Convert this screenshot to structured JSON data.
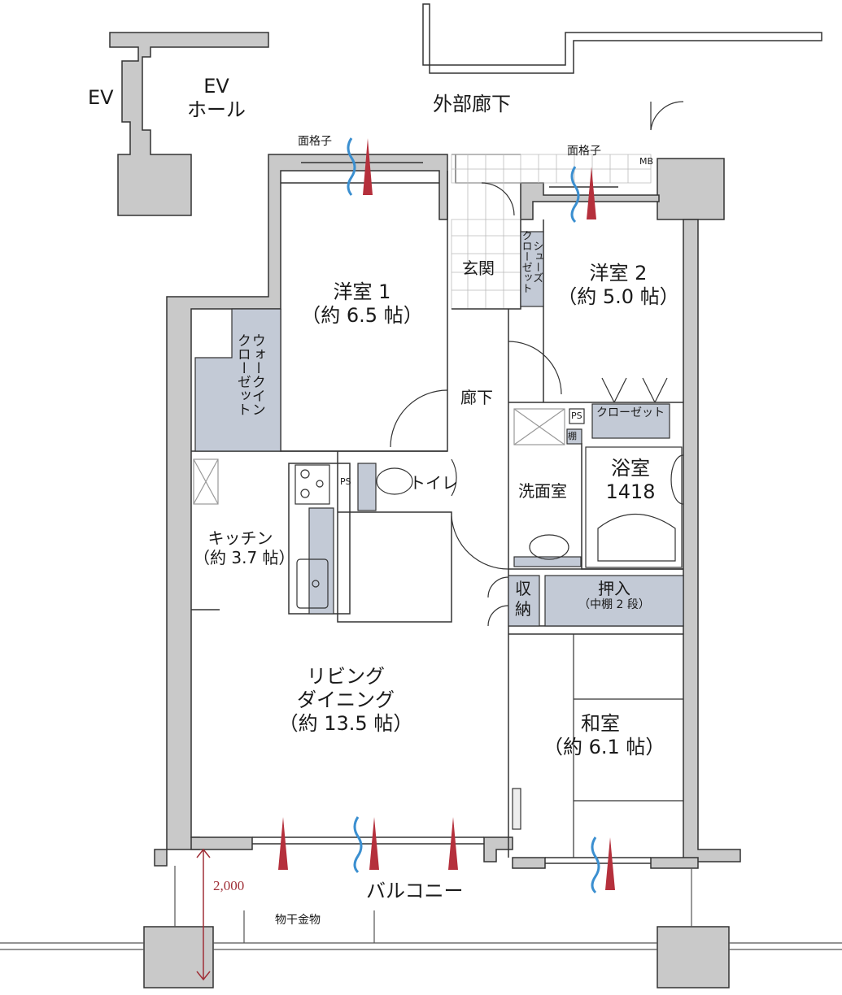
{
  "labels": {
    "ev": "EV",
    "ev_hall": "EV\nホール",
    "ev_hall_line1": "EV",
    "ev_hall_line2": "ホール",
    "outer_corridor": "外部廊下",
    "lattice_1": "面格子",
    "lattice_2": "面格子",
    "mb": "MB",
    "entrance": "玄関",
    "shoe_closet": "シューズクローゼット",
    "shoe_closet_col1": "シューズ",
    "shoe_closet_col2": "クローゼット",
    "western_room_1": "洋室 1",
    "western_room_1_size": "（約 6.5 帖）",
    "western_room_2": "洋室 2",
    "western_room_2_size": "（約 5.0 帖）",
    "walk_in_closet_col1": "ウォークイン",
    "walk_in_closet_col2": "クローゼット",
    "hallway": "廊下",
    "ps_1": "PS",
    "ps_2": "PS",
    "closet": "クローゼット",
    "shelf": "棚",
    "toilet": "トイレ",
    "washroom": "洗面室",
    "bathroom": "浴室",
    "bathroom_size": "1418",
    "kitchen": "キッチン",
    "kitchen_size": "（約 3.7 帖）",
    "storage_1": "収",
    "storage_2": "納",
    "oshiire": "押入",
    "oshiire_note": "（中棚 2 段）",
    "living_1": "リビング",
    "living_2": "ダイニング",
    "living_size": "（約 13.5 帖）",
    "japanese_room": "和室",
    "japanese_room_size": "（約 6.1 帖）",
    "balcony": "バルコニー",
    "clothes_hanger": "物干金物",
    "balcony_depth": "2,000"
  },
  "colors": {
    "wall": "#c9c9c9",
    "closet": "#c3cad6",
    "airflow_out": "#b5303c",
    "airflow_in": "#3b8fd0",
    "dimension": "#a03038"
  }
}
